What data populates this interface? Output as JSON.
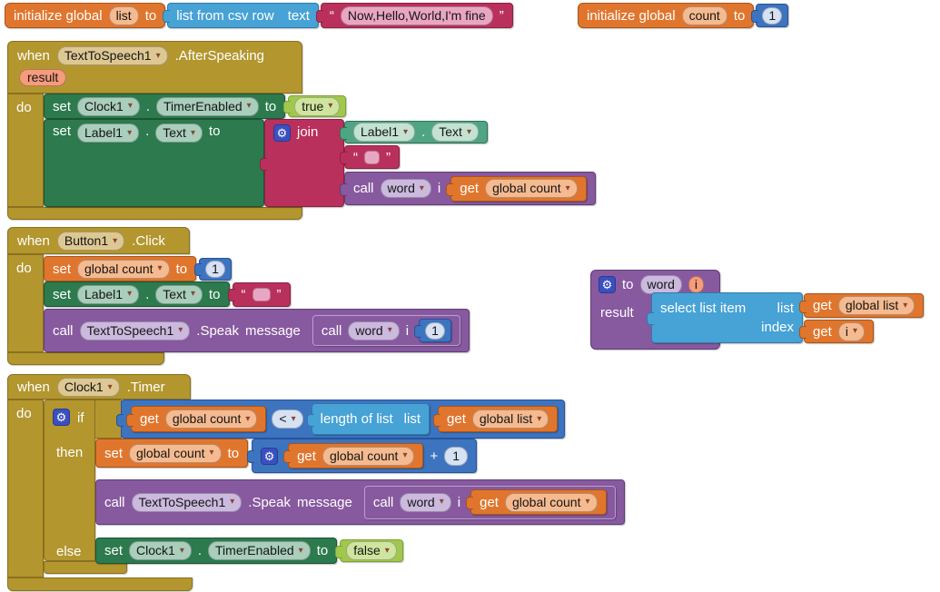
{
  "icons": {
    "gear": "⚙",
    "arrow": "▾"
  },
  "colors": {
    "event_gold": "#b3962e",
    "setter_green": "#2c7a4d",
    "getter_green": "#4fa583",
    "variable_orange": "#e0762e",
    "math_blue": "#3d74c0",
    "list_blue": "#47a2d6",
    "text_pink": "#ba305c",
    "procedure_purple": "#87599f",
    "logic_green": "#a0c84f"
  },
  "top_left": {
    "init": {
      "label": "initialize global",
      "name": "list",
      "to": "to"
    },
    "csv": {
      "label": "list from csv row",
      "param": "text"
    },
    "text": {
      "oq": "“",
      "value": "Now,Hello,World,I'm fine",
      "cq": "”"
    }
  },
  "top_right": {
    "init": {
      "label": "initialize global",
      "name": "count",
      "to": "to"
    },
    "num": "1"
  },
  "after_speaking": {
    "when": "when",
    "component": "TextToSpeech1",
    "event": ".AfterSpeaking",
    "param": "result",
    "do_label": "do",
    "set_timer": {
      "set": "set",
      "component": "Clock1",
      "dot": ".",
      "prop": "TimerEnabled",
      "to": "to"
    },
    "true_value": "true",
    "set_label": {
      "set": "set",
      "component": "Label1",
      "dot": ".",
      "prop": "Text",
      "to": "to"
    },
    "join_label": "join",
    "getter": {
      "component": "Label1",
      "dot": ".",
      "prop": "Text"
    },
    "text_sep": {
      "oq": "“",
      "cq": "”"
    },
    "call_word": {
      "call": "call",
      "proc": "word",
      "param": "i"
    },
    "get_count": {
      "get": "get",
      "var": "global count"
    }
  },
  "button_click": {
    "when": "when",
    "component": "Button1",
    "event": ".Click",
    "do_label": "do",
    "set_count": {
      "set": "set",
      "var": "global count",
      "to": "to",
      "value": "1"
    },
    "set_label": {
      "set": "set",
      "component": "Label1",
      "dot": ".",
      "prop": "Text",
      "to": "to"
    },
    "text_empty": {
      "oq": "“",
      "cq": "”"
    },
    "call_speak": {
      "call": "call",
      "component": "TextToSpeech1",
      "method": ".Speak",
      "param": "message"
    },
    "call_word": {
      "call": "call",
      "proc": "word",
      "param": "i",
      "value": "1"
    }
  },
  "proc_word": {
    "to": "to",
    "name": "word",
    "param": "i",
    "result": "result",
    "select": {
      "label": "select list item",
      "list_label": "list",
      "index_label": "index"
    },
    "get_list": {
      "get": "get",
      "var": "global list"
    },
    "get_i": {
      "get": "get",
      "var": "i"
    }
  },
  "clock_timer": {
    "when": "when",
    "component": "Clock1",
    "event": ".Timer",
    "do_label": "do",
    "if_label": "if",
    "then_label": "then",
    "else_label": "else",
    "cond": {
      "get_count": {
        "get": "get",
        "var": "global count"
      },
      "op": "<",
      "length": {
        "label": "length of list",
        "list_label": "list"
      },
      "get_list": {
        "get": "get",
        "var": "global list"
      }
    },
    "set_count": {
      "set": "set",
      "var": "global count",
      "to": "to"
    },
    "plus": {
      "get_count": {
        "get": "get",
        "var": "global count"
      },
      "op": "+",
      "value": "1"
    },
    "call_speak": {
      "call": "call",
      "component": "TextToSpeech1",
      "method": ".Speak",
      "param": "message"
    },
    "call_word": {
      "call": "call",
      "proc": "word",
      "param": "i"
    },
    "get_count2": {
      "get": "get",
      "var": "global count"
    },
    "set_timer": {
      "set": "set",
      "component": "Clock1",
      "dot": ".",
      "prop": "TimerEnabled",
      "to": "to"
    },
    "false_value": "false"
  }
}
